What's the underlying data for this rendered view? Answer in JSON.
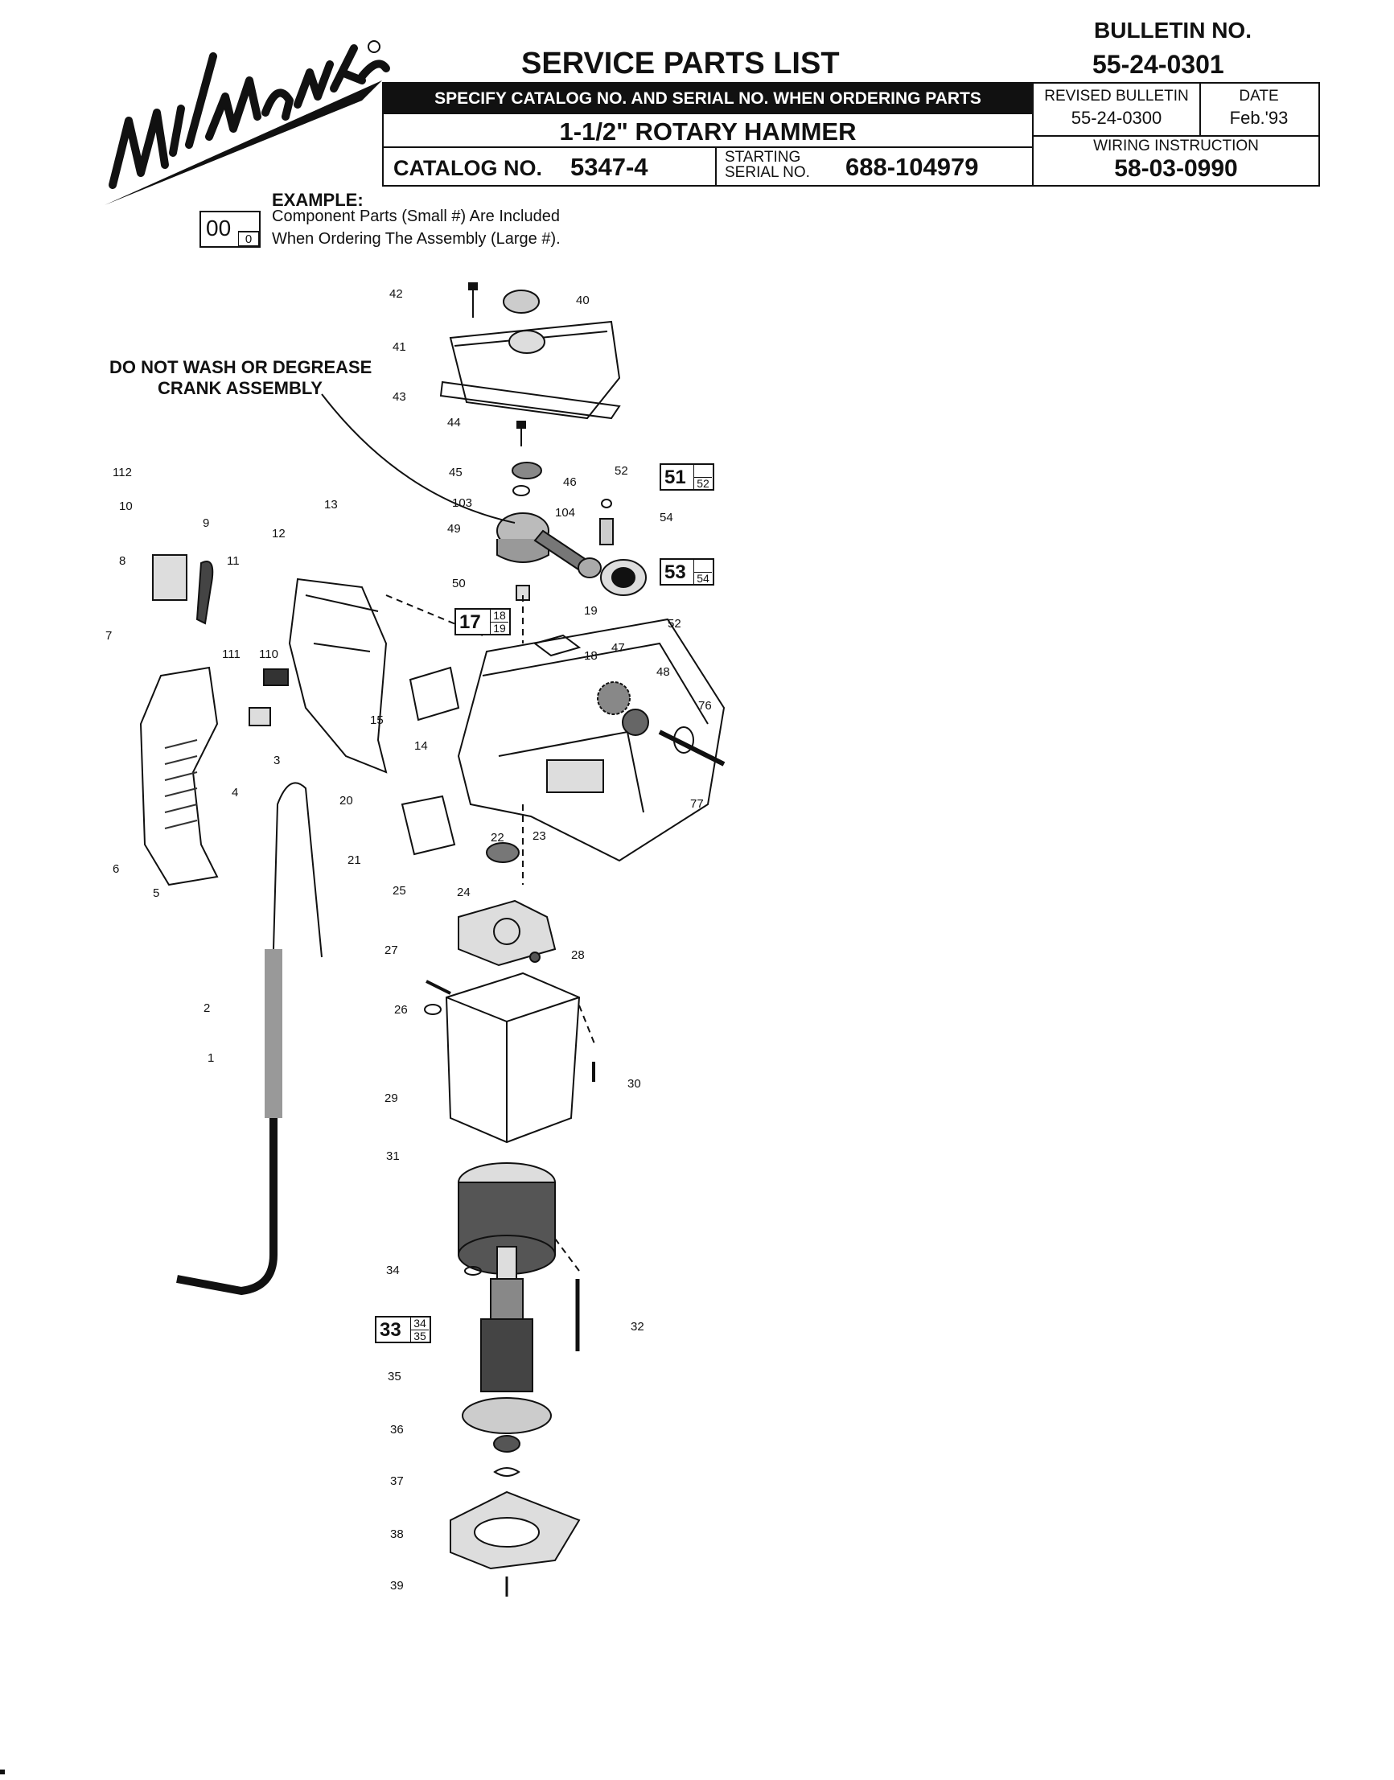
{
  "header": {
    "brand": "Milwaukee",
    "bulletin_label": "BULLETIN NO.",
    "bulletin_number": "55-24-0301",
    "title": "SERVICE PARTS LIST",
    "ordering_note": "SPECIFY CATALOG NO. AND SERIAL NO. WHEN ORDERING PARTS",
    "product": "1-1/2\" ROTARY HAMMER",
    "catalog_label": "CATALOG NO.",
    "catalog_number": "5347-4",
    "serial_label_line1": "STARTING",
    "serial_label_line2": "SERIAL NO.",
    "serial_number": "688-104979",
    "revised_label": "REVISED BULLETIN",
    "revised_value": "55-24-0300",
    "date_label": "DATE",
    "date_value": "Feb.'93",
    "wiring_label": "WIRING INSTRUCTION",
    "wiring_value": "58-03-0990"
  },
  "example": {
    "label": "EXAMPLE:",
    "big": "00",
    "small": "0",
    "note_line1": "Component Parts (Small #) Are Included",
    "note_line2": "When Ordering The Assembly (Large #)."
  },
  "warning": {
    "line1": "DO NOT WASH OR DEGREASE",
    "line2": "CRANK ASSEMBLY"
  },
  "assemblies": [
    {
      "big": "51",
      "top": "",
      "bottom": "52"
    },
    {
      "big": "53",
      "top": "",
      "bottom": "54"
    },
    {
      "big": "17",
      "top": "18",
      "bottom": "19"
    },
    {
      "big": "33",
      "top": "34",
      "bottom": "35"
    }
  ],
  "callouts": [
    "1",
    "2",
    "3",
    "4",
    "5",
    "6",
    "7",
    "8",
    "9",
    "10",
    "11",
    "12",
    "13",
    "14",
    "15",
    "18",
    "19",
    "20",
    "21",
    "22",
    "23",
    "24",
    "25",
    "26",
    "27",
    "28",
    "29",
    "30",
    "31",
    "32",
    "34",
    "35",
    "36",
    "37",
    "38",
    "39",
    "40",
    "41",
    "42",
    "43",
    "44",
    "45",
    "46",
    "47",
    "48",
    "49",
    "50",
    "52",
    "52",
    "54",
    "76",
    "77",
    "103",
    "104",
    "110",
    "111",
    "112"
  ]
}
